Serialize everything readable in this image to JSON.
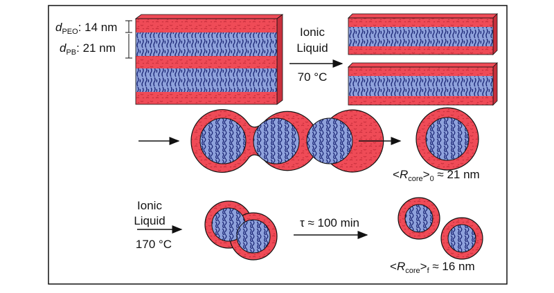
{
  "labels": {
    "d_peo_sym": "d",
    "d_peo_sub": "PEO",
    "d_peo_val": ": 14 nm",
    "d_pb_sym": "d",
    "d_pb_sub": "PB",
    "d_pb_val": ": 21 nm",
    "step1_line1": "Ionic",
    "step1_line2": "Liquid",
    "step1_temp": "70 °C",
    "step2_line1": "Ionic",
    "step2_line2": "Liquid",
    "step2_temp": "170 °C",
    "tau": "τ ≈ 100 min",
    "r0_open": "<",
    "r0_sym": "R",
    "r0_sub1": "core",
    "r0_close": ">",
    "r0_sub2": "0",
    "r0_val": " ≈ 21 nm",
    "rf_open": "<",
    "rf_sym": "R",
    "rf_sub1": "core",
    "rf_close": ">",
    "rf_sub2": "f",
    "rf_val": " ≈ 16 nm"
  },
  "colors": {
    "peo_red": "#ef4b57",
    "peo_dark": "#c8303d",
    "pb_blue": "#8fa2dc",
    "pb_dark": "#1f2a78",
    "frame": "#111111"
  }
}
